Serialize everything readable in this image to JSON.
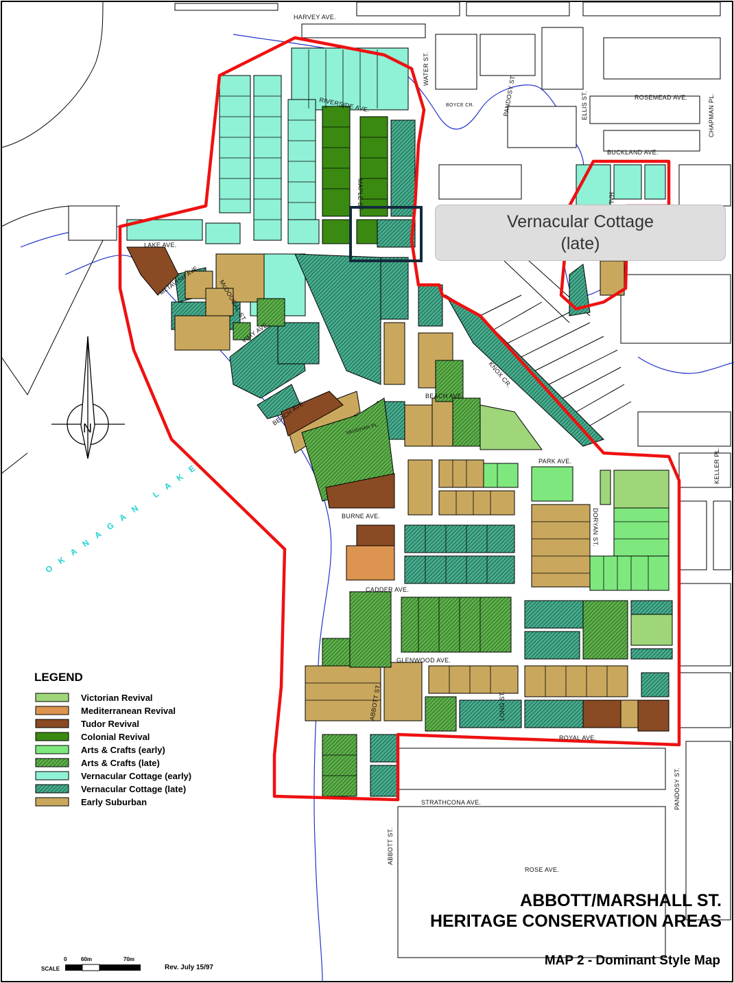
{
  "map": {
    "title_line1": "ABBOTT/MARSHALL ST.",
    "title_line2": "HERITAGE CONSERVATION AREAS",
    "subtitle": "MAP 2 - Dominant Style Map",
    "revision": "Rev.  July 15/97",
    "scale_label": "SCALE",
    "scale_ticks": [
      "0",
      "60m",
      "70m"
    ],
    "north_label": "N",
    "lake_label": "OKANAGAN LAKE"
  },
  "callout": {
    "line1": "Vernacular Cottage",
    "line2": "(late)"
  },
  "legend": {
    "title": "LEGEND",
    "items": [
      {
        "label": "Victorian Revival",
        "color": "#9fd67a",
        "pattern": "solid"
      },
      {
        "label": "Mediterranean Revival",
        "color": "#dc9450",
        "pattern": "solid"
      },
      {
        "label": "Tudor Revival",
        "color": "#8a4a24",
        "pattern": "solid"
      },
      {
        "label": "Colonial Revival",
        "color": "#3a8a12",
        "pattern": "solid"
      },
      {
        "label": "Arts & Crafts (early)",
        "color": "#7ee87e",
        "pattern": "solid"
      },
      {
        "label": "Arts & Crafts (late)",
        "color": "#4fa83a",
        "pattern": "hatched"
      },
      {
        "label": "Vernacular Cottage (early)",
        "color": "#8ff1d6",
        "pattern": "solid"
      },
      {
        "label": "Vernacular Cottage (late)",
        "color": "#3aa080",
        "pattern": "hatched"
      },
      {
        "label": "Early Suburban",
        "color": "#c9a85e",
        "pattern": "solid"
      }
    ]
  },
  "streets": {
    "harvey": "HARVEY AVE.",
    "riverside": "RIVERSIDE AVE.",
    "water": "WATER ST.",
    "pandosy_top": "PANDOSY ST.",
    "boyce": "BOYCE CR.",
    "ellis": "ELLIS ST.",
    "rosemead": "ROSEMEAD AVE.",
    "chapman": "CHAPMAN PL.",
    "buckland": "BUCKLAND AVE.",
    "maple": "MAPLE ST.",
    "hall": "HALL ST.",
    "lake": "LAKE AVE.",
    "mctavish": "McTAVISH AVE.",
    "mcdougal": "McDOUGAL ST.",
    "vimy": "VIMY AVE.",
    "beach_w": "BEACH AVE.",
    "beach_e": "BEACH AVE.",
    "knox": "KNOX CR.",
    "vaughan": "VAUGHAN PL.",
    "park": "PARK AVE.",
    "keller": "KELLER PL.",
    "dorvan": "DORYAN ST.",
    "burne": "BURNE AVE.",
    "cadder": "CADDER AVE.",
    "glenwood": "GLENWOOD AVE.",
    "abbott_mid": "ABBOTT ST.",
    "long": "LONG ST.",
    "royal": "ROYAL AVE.",
    "pandosy_bot": "PANDOSY ST.",
    "strathcona": "STRATHCONA AVE.",
    "abbott_bot": "ABBOTT ST.",
    "rose": "ROSE AVE."
  }
}
